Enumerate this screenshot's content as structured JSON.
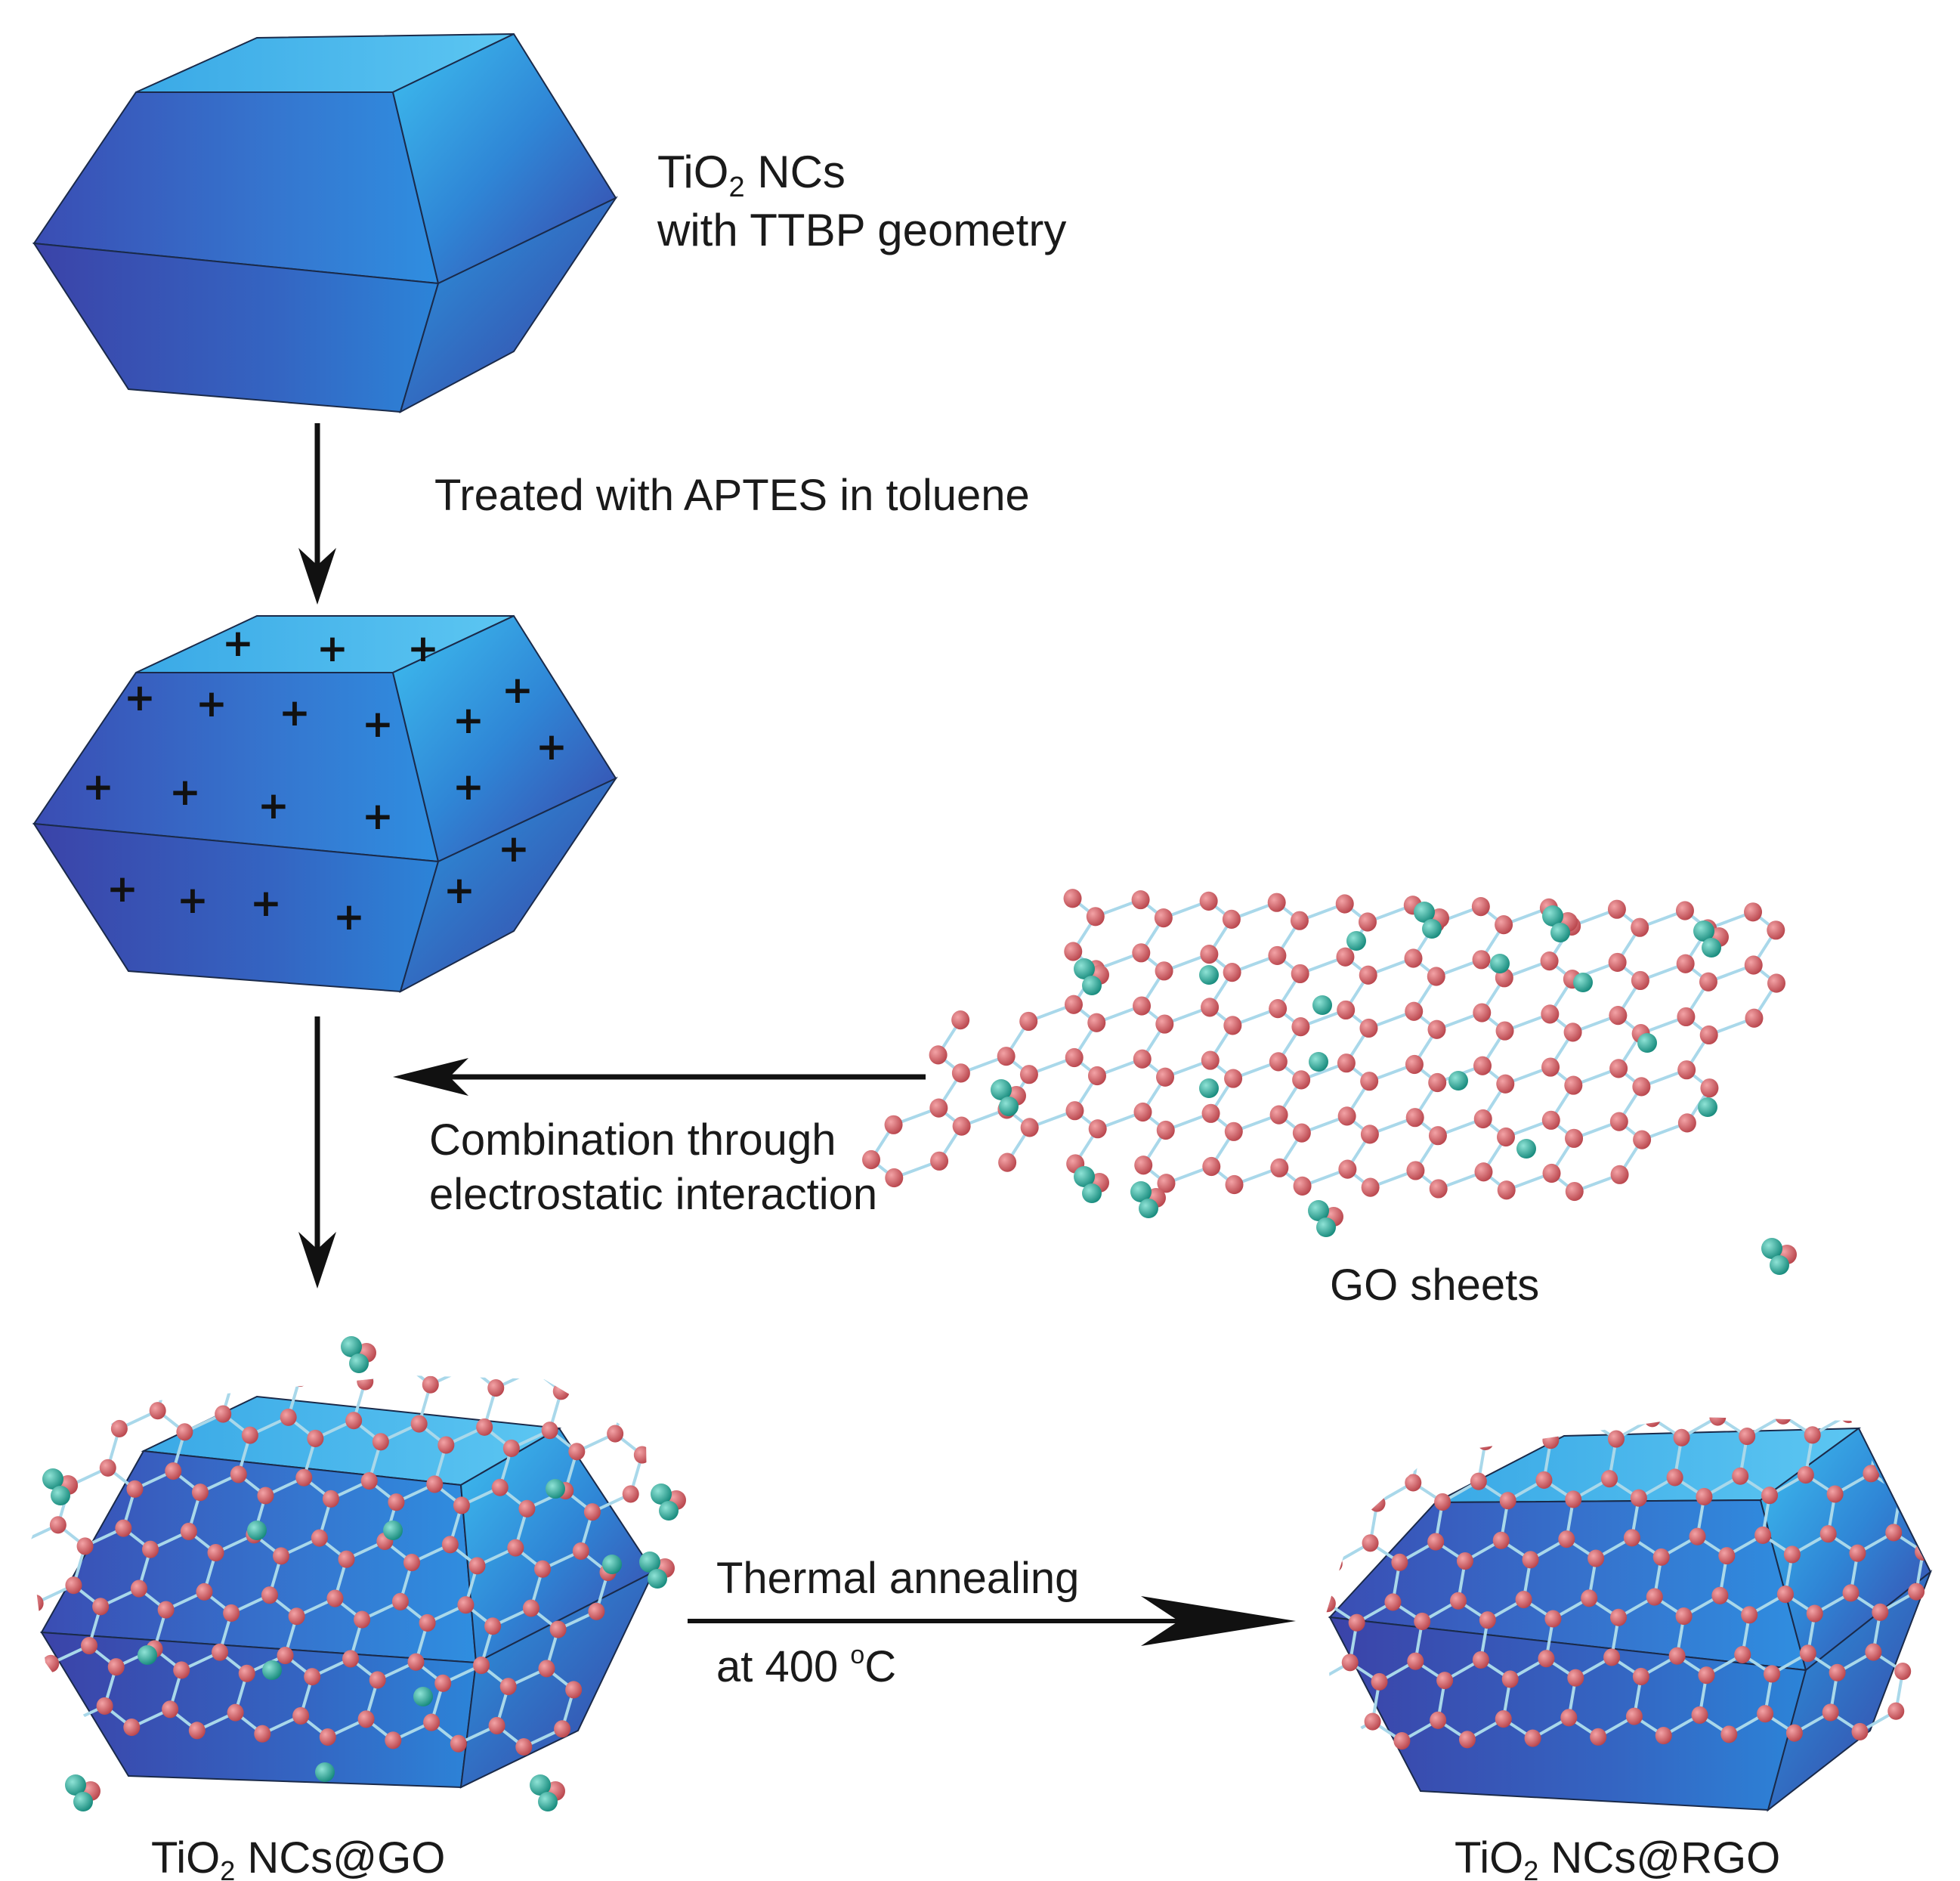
{
  "labels": {
    "nc_title_formula": "TiO",
    "nc_title_sub": "2",
    "nc_title_rest": " NCs",
    "nc_title_line2": "with TTBP geometry",
    "step1": "Treated with APTES in toluene",
    "step2_line1": "Combination through",
    "step2_line2": "electrostatic interaction",
    "go_sheets": "GO sheets",
    "step3_line1": "Thermal annealing",
    "step3_line2_pre": "at 400 ",
    "step3_line2_deg": "o",
    "step3_line2_post": "C",
    "product_go_pre": "TiO",
    "product_go_sub": "2",
    "product_go_post": " NCs@GO",
    "product_rgo_pre": "TiO",
    "product_rgo_sub": "2",
    "product_rgo_post": " NCs@RGO",
    "charge_symbol": "+"
  },
  "colors": {
    "crystal_light": "#3fb3ec",
    "crystal_mid": "#2e7fd2",
    "crystal_dark": "#3b4fb4",
    "carbon_atom": "#d9636a",
    "oxygen_atom": "#2fb3a3",
    "bond": "#a9d8ea",
    "arrow": "#111111"
  }
}
